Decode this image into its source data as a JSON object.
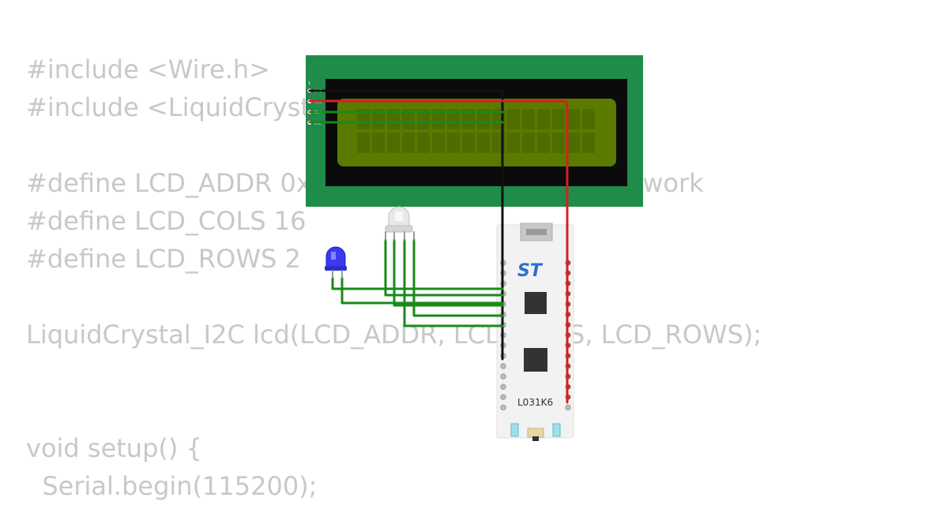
{
  "code": {
    "lines": [
      "#include <Wire.h>",
      "#include <LiquidCrystal_I2C.h>",
      "",
      "#define LCD_ADDR 0x27 // 0x3F if 0x27 doesn't work",
      "#define LCD_COLS 16",
      "#define LCD_ROWS 2",
      "",
      "LiquidCrystal_I2C lcd(LCD_ADDR, LCD_COLS, LCD_ROWS);",
      "",
      "",
      "void setup() {",
      "  Serial.begin(115200);"
    ]
  },
  "lcd": {
    "pin1_label": "1",
    "pins": [
      "GND",
      "VCC",
      "SDA",
      "SCL"
    ]
  },
  "board": {
    "model_label": "L031K6",
    "logo": "st-logo-icon"
  },
  "colors": {
    "lcd_pcb": "#1f8c4a",
    "lcd_screen": "#5a7a00",
    "wire_green": "#1a8a1a",
    "wire_red": "#d42020",
    "wire_black": "#111111",
    "led_blue": "#3a3af0",
    "code_text": "#c8c8c8"
  }
}
